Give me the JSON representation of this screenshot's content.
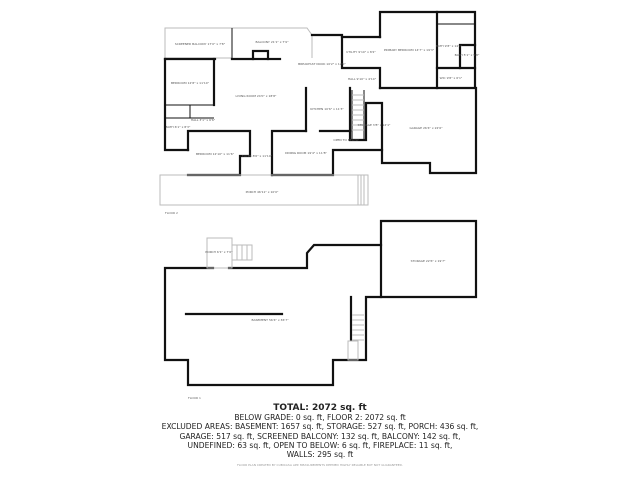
{
  "floors": {
    "floor2_label": "FLOOR 2",
    "floor1_label": "FLOOR 1"
  },
  "floor2_rooms": {
    "screened_balcony": "SCREENED BALCONY 17'0\" x 7'8\"",
    "balcony": "BALCONY 21'1\" x 7'9\"",
    "breakfast_nook": "BREAKFAST NOOK 10'2\" x 12'0\"",
    "utility": "UTILITY 9'10\" x 8'2\"",
    "hall_upper": "HALL 9'10\" x 4'10\"",
    "primary_bedroom": "PRIMARY BEDROOM 14'7\" x 19'3\"",
    "bath_primary": "BATH 9'8\" x 14'1\"",
    "bath_small": "BATH 5'1\" x 5'8\"",
    "wic": "WIC 9'8\" x 6'1\"",
    "bedroom_left": "BEDROOM 12'8\" x 11'10\"",
    "living_room": "LIVING ROOM 24'0\" x 18'8\"",
    "kitchen": "KITCHEN 10'6\" x 11'3\"",
    "hall_left": "HALL 3'1\" x 6'6\"",
    "bath_left": "BATH 6'1\" x 8'3\"",
    "storage_small": "STORAGE 3'8\" x 12'1\"",
    "open_to_below": "OPEN TO BELOW",
    "garage": "GARAGE 26'4\" x 22'6\"",
    "bedroom_bottom": "BEDROOM 12'10\" x 11'6\"",
    "foyer": "FOYER 8'6\" x 11'10\"",
    "dining_room": "DINING ROOM 19'4\" x 11'8\"",
    "porch": "PORCH 46'11\" x 10'0\""
  },
  "floor1_rooms": {
    "porch": "PORCH 6'1\" x 7'0\"",
    "storage": "STORAGE 22'6\" x 19'7\"",
    "basement": "BASEMENT 56'4\" x 36'7\""
  },
  "summary": {
    "total": "TOTAL: 2072 sq. ft",
    "lines": [
      "BELOW GRADE: 0 sq. ft, FLOOR 2: 2072 sq. ft",
      "EXCLUDED AREAS: BASEMENT: 1657 sq. ft, STORAGE: 527 sq. ft, PORCH: 436 sq. ft,",
      "GARAGE: 517 sq. ft, SCREENED BALCONY: 132 sq. ft, BALCONY: 142 sq. ft,",
      "UNDEFINED: 63 sq. ft, OPEN TO BELOW: 6 sq. ft, FIREPLACE: 11 sq. ft,",
      "WALLS: 295 sq. ft"
    ],
    "footer": "FLOOR PLAN CREATED BY CUBICASA APP. MEASUREMENTS DEEMED HIGHLY RELIABLE BUT NOT GUARANTEED."
  }
}
